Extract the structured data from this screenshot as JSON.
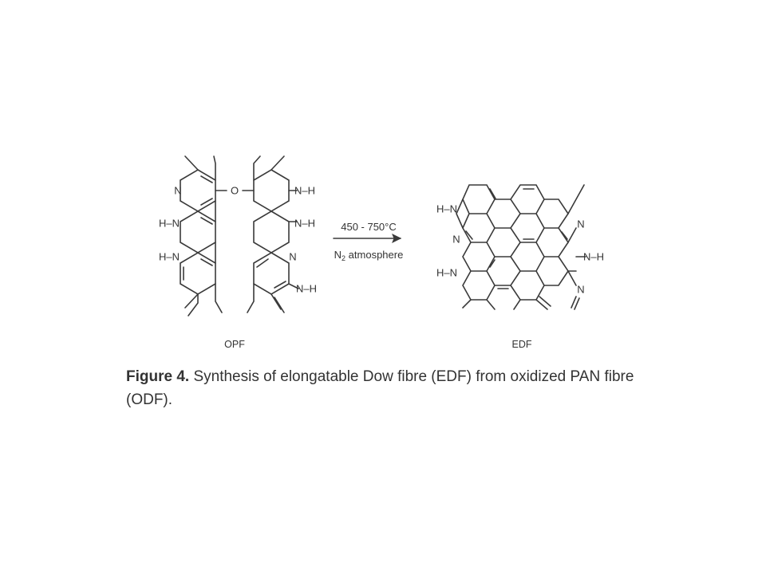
{
  "figure": {
    "left_label": "OPF",
    "right_label": "EDF",
    "condition_temp": "450 - 750°C",
    "condition_gas_prefix": "N",
    "condition_gas_sub": "2",
    "condition_gas_suffix": " atmosphere",
    "atoms": {
      "N": "N",
      "O": "O",
      "NH": "N–H",
      "HN": "H–N"
    }
  },
  "caption": {
    "label": "Figure 4.",
    "text": "Synthesis of elongatable Dow fibre (EDF) from oxidized PAN fibre (ODF)."
  }
}
